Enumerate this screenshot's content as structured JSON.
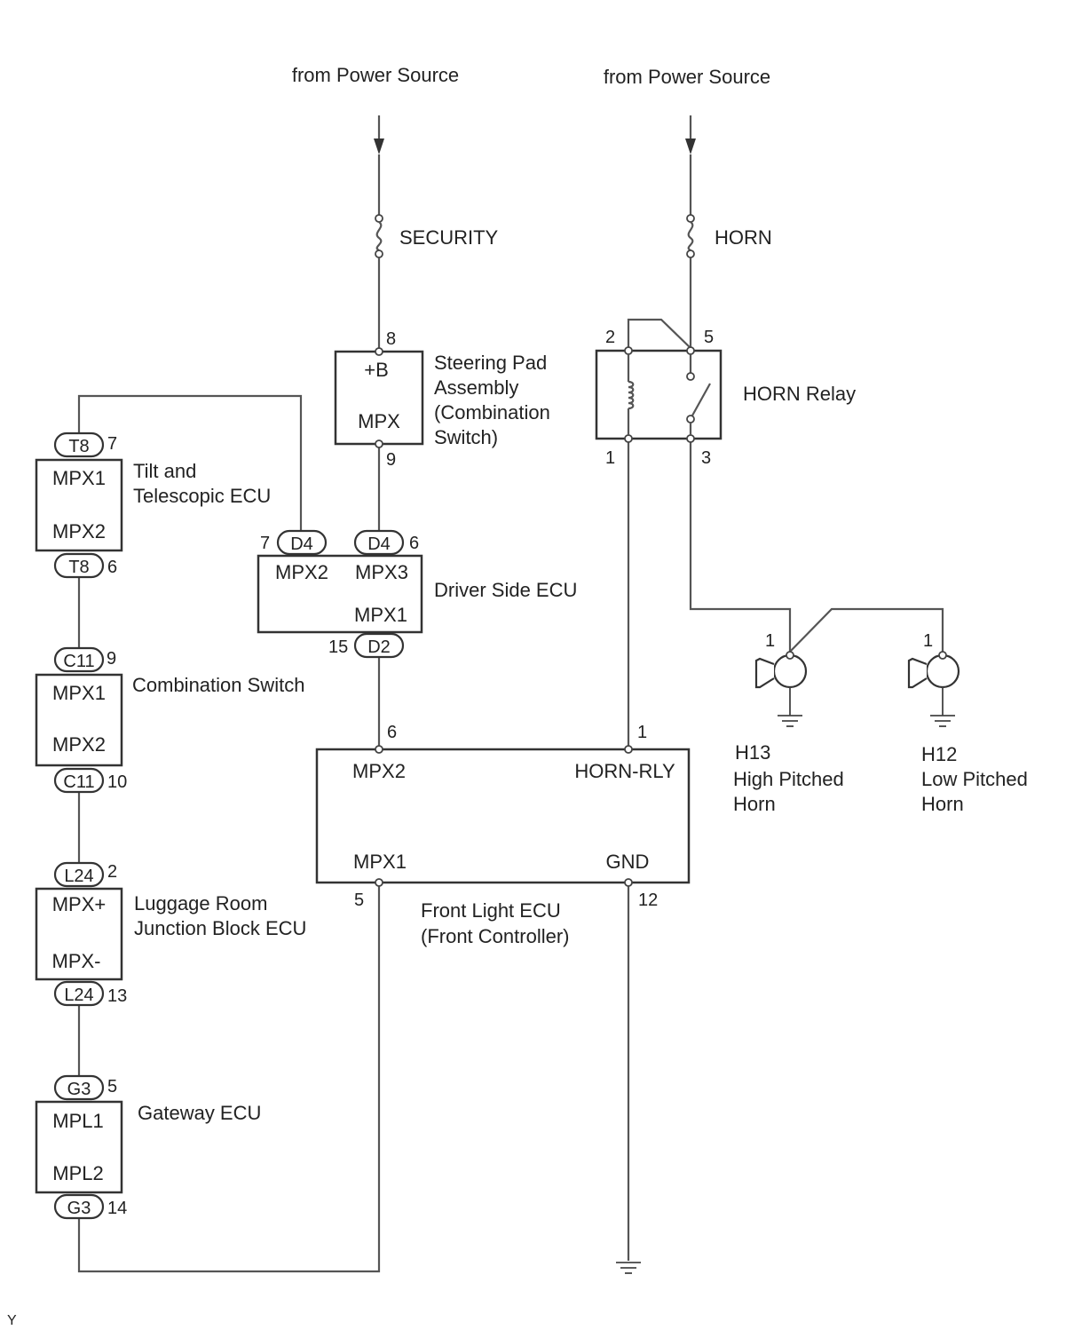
{
  "power": {
    "left_label": "from Power Source",
    "right_label": "from Power Source"
  },
  "fuses": {
    "security": "SECURITY",
    "horn": "HORN"
  },
  "steering_pad": {
    "name_lines": [
      "Steering Pad",
      "Assembly",
      "(Combination",
      "Switch)"
    ],
    "term_top": "+B",
    "term_bottom": "MPX",
    "pin_top": "8",
    "pin_bottom": "9"
  },
  "horn_relay": {
    "name": "HORN Relay",
    "pin_tl": "2",
    "pin_tr": "5",
    "pin_bl": "1",
    "pin_br": "3"
  },
  "tilt_ecu": {
    "name_lines": [
      "Tilt and",
      "Telescopic ECU"
    ],
    "term_top": "MPX1",
    "term_bottom": "MPX2",
    "conn": "T8",
    "pin_top": "7",
    "pin_bottom": "6"
  },
  "driver_ecu": {
    "name": "Driver Side ECU",
    "term_left": "MPX2",
    "term_right": "MPX3",
    "term_bottom": "MPX1",
    "conn_left": "D4",
    "pin_left": "7",
    "conn_right": "D4",
    "pin_right": "6",
    "conn_bottom": "D2",
    "pin_bottom": "15"
  },
  "combination_switch": {
    "name": "Combination Switch",
    "term_top": "MPX1",
    "term_bottom": "MPX2",
    "conn": "C11",
    "pin_top": "9",
    "pin_bottom": "10"
  },
  "luggage_ecu": {
    "name_lines": [
      "Luggage Room",
      "Junction Block ECU"
    ],
    "term_top": "MPX+",
    "term_bottom": "MPX-",
    "conn": "L24",
    "pin_top": "2",
    "pin_bottom": "13"
  },
  "gateway_ecu": {
    "name": "Gateway ECU",
    "term_top": "MPL1",
    "term_bottom": "MPL2",
    "conn": "G3",
    "pin_top": "5",
    "pin_bottom": "14"
  },
  "front_light_ecu": {
    "name_lines": [
      "Front Light ECU",
      "(Front Controller)"
    ],
    "term_tl": "MPX2",
    "term_tr": "HORN-RLY",
    "term_bl": "MPX1",
    "term_br": "GND",
    "pin_tl": "6",
    "pin_tr": "1",
    "pin_bl": "5",
    "pin_br": "12"
  },
  "horns": [
    {
      "pin": "1",
      "code": "H13",
      "name_lines": [
        "High Pitched",
        "Horn"
      ]
    },
    {
      "pin": "1",
      "code": "H12",
      "name_lines": [
        "Low Pitched",
        "Horn"
      ]
    }
  ],
  "corner_mark": "Y"
}
